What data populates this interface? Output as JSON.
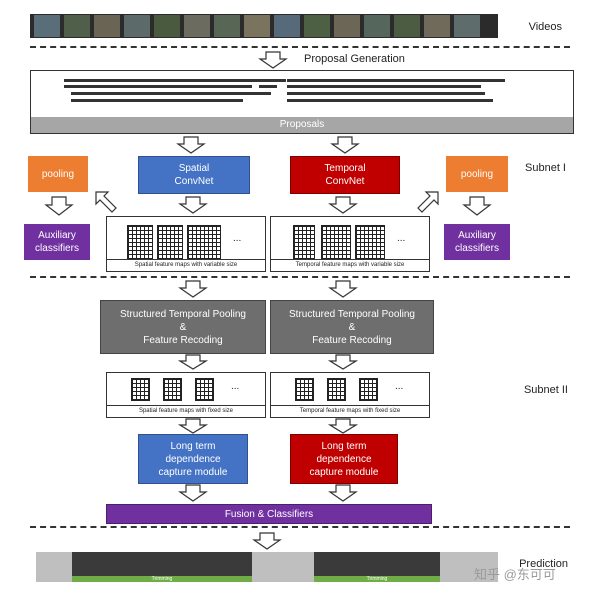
{
  "labels": {
    "videos": "Videos",
    "proposal_generation": "Proposal Generation",
    "proposals": "Proposals",
    "subnet1": "Subnet I",
    "subnet2": "Subnet II",
    "prediction": "Prediction",
    "spatial_convnet": "Spatial\nConvNet",
    "temporal_convnet": "Temporal\nConvNet",
    "pooling": "pooling",
    "aux_classifiers": "Auxiliary\nclassifiers",
    "spatial_variable": "Spatial feature maps with variable size",
    "temporal_variable": "Temporal feature maps with variable size",
    "structured_pooling": "Structured Temporal Pooling\n&\nFeature Recoding",
    "spatial_fixed": "Spatial feature maps with fixed size",
    "temporal_fixed": "Temporal feature maps with fixed size",
    "long_term": "Long term\ndependence\ncapture module",
    "fusion": "Fusion & Classifiers",
    "ellipsis": "...",
    "seg1": "Trimming",
    "seg2": "Trimming",
    "watermark": "知乎 @东可可"
  },
  "colors": {
    "orange": "#ed7d31",
    "blue": "#4472c4",
    "red": "#c00000",
    "purple": "#7030a0",
    "gray": "#6e6e6e",
    "proposal_bar": "#a6a6a6",
    "green": "#70ad47"
  }
}
